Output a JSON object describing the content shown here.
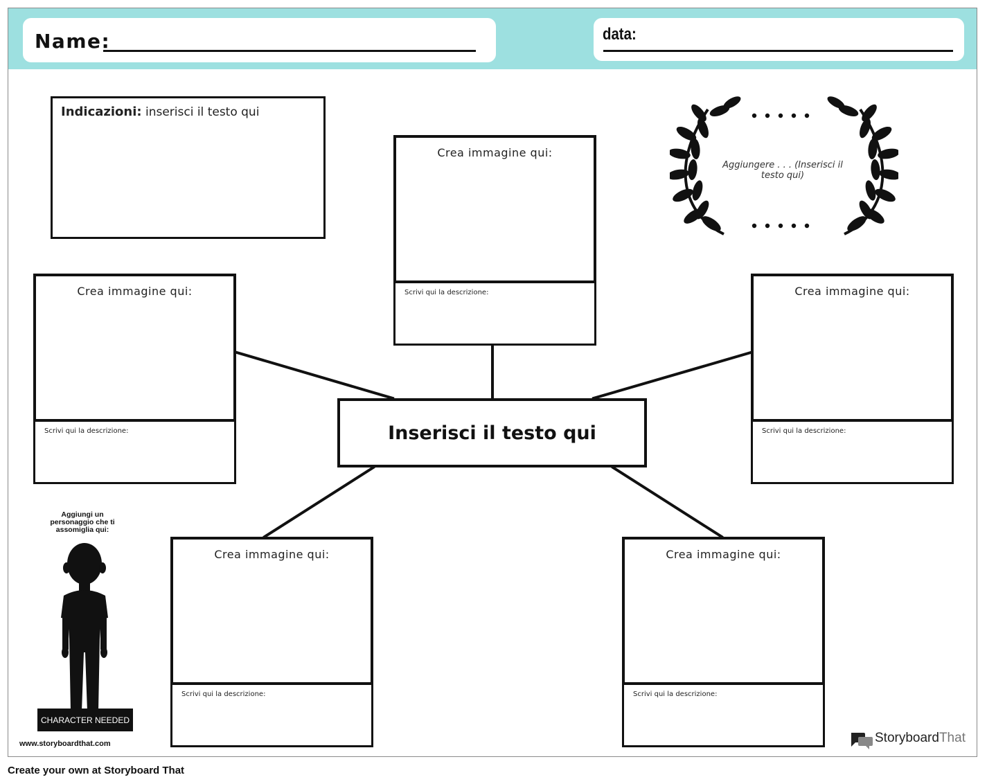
{
  "header": {
    "name_label": "Name:",
    "date_label": "data:",
    "band_color": "#9de0e0"
  },
  "directions": {
    "heading": "Indicazioni:",
    "text": " inserisci il testo qui"
  },
  "center": {
    "text": "Inserisci il testo qui"
  },
  "cards": [
    {
      "image_caption": "Crea immagine qui:",
      "description_caption": "Scrivi qui la descrizione:"
    },
    {
      "image_caption": "Crea immagine qui:",
      "description_caption": "Scrivi qui la descrizione:"
    },
    {
      "image_caption": "Crea immagine qui:",
      "description_caption": "Scrivi qui la descrizione:"
    },
    {
      "image_caption": "Crea immagine qui:",
      "description_caption": "Scrivi qui la descrizione:"
    },
    {
      "image_caption": "Crea immagine qui:",
      "description_caption": "Scrivi qui la descrizione:"
    }
  ],
  "laurel": {
    "dots": "• • • • •",
    "text": "Aggiungere . . . (Inserisci il testo qui)"
  },
  "character": {
    "prompt": "Aggiungi un personaggio che ti assomiglia qui:",
    "badge": "CHARACTER NEEDED"
  },
  "footer": {
    "url": "www.storyboardthat.com",
    "brand_bold": "Storyboard",
    "brand_light": "That",
    "cta": "Create your own at Storyboard That"
  }
}
